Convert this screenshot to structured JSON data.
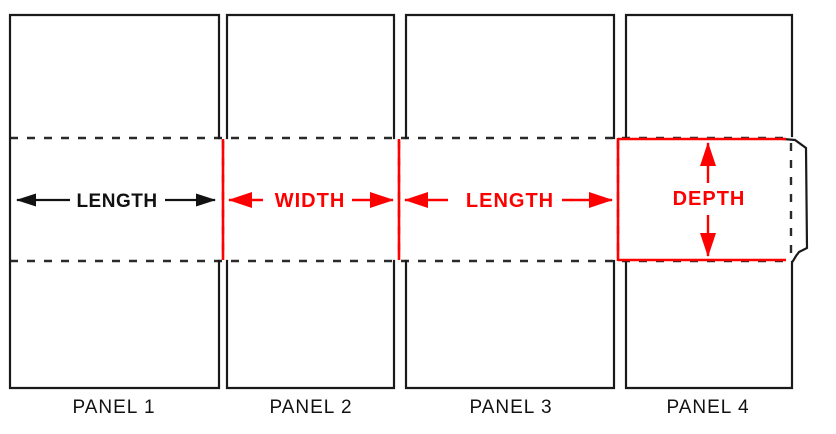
{
  "diagram_type": "box-dieline-panel-layout",
  "colors": {
    "outline": "#1a1a1a",
    "dimension_red": "#ff0000",
    "dimension_black": "#111111",
    "background": "#ffffff"
  },
  "dimension_labels": {
    "panel1": "LENGTH",
    "panel2": "WIDTH",
    "panel3": "LENGTH",
    "panel4": "DEPTH"
  },
  "panel_labels": {
    "panel1": "PANEL 1",
    "panel2": "PANEL 2",
    "panel3": "PANEL 3",
    "panel4": "PANEL 4"
  }
}
